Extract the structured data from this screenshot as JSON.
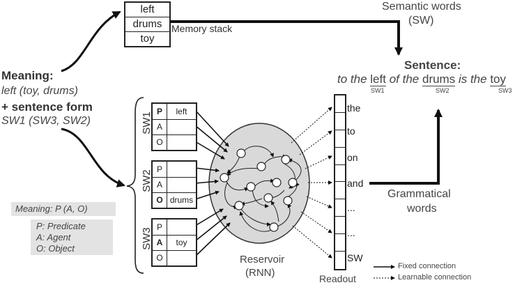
{
  "memory_stack": {
    "items": [
      "left",
      "drums",
      "toy"
    ],
    "label": "Memory stack"
  },
  "semantic_words": {
    "line1": "Semantic words",
    "line2": "(SW)"
  },
  "sentence": {
    "title": "Sentence:",
    "parts": [
      "to the",
      "left",
      "of the",
      "drums",
      "is the",
      "toy"
    ],
    "sw_tags": [
      "SW1",
      "SW2",
      "SW3"
    ]
  },
  "meaning": {
    "title": "Meaning:",
    "value": "left (toy, drums)",
    "form_title": "+ sentence form",
    "form_value": "SW1 (SW3, SW2)"
  },
  "role_groups": [
    {
      "label": "SW1",
      "rows": [
        {
          "role": "P",
          "filler": "left"
        },
        {
          "role": "A",
          "filler": ""
        },
        {
          "role": "O",
          "filler": ""
        }
      ]
    },
    {
      "label": "SW2",
      "rows": [
        {
          "role": "P",
          "filler": ""
        },
        {
          "role": "A",
          "filler": ""
        },
        {
          "role": "O",
          "filler": "drums"
        }
      ]
    },
    {
      "label": "SW3",
      "rows": [
        {
          "role": "P",
          "filler": ""
        },
        {
          "role": "A",
          "filler": "toy"
        },
        {
          "role": "O",
          "filler": ""
        }
      ]
    }
  ],
  "legend_meaning": {
    "formula": "Meaning: P (A, O)",
    "p": "P: Predicate",
    "a": "A: Agent",
    "o": "O: Object"
  },
  "reservoir": {
    "line1": "Reservoir",
    "line2": "(RNN)"
  },
  "readout": {
    "label": "Readout",
    "words": [
      "the",
      "to",
      "on",
      "and",
      "...",
      "...",
      "SW"
    ]
  },
  "grammatical_words": {
    "line1": "Grammatical",
    "line2": "words"
  },
  "connection_legend": {
    "fixed": "Fixed connection",
    "learnable": "Learnable connection"
  },
  "colors": {
    "reservoir_fill": "#d9d9d9",
    "legend_bg": "#e3e3e3",
    "stroke": "#222222"
  }
}
